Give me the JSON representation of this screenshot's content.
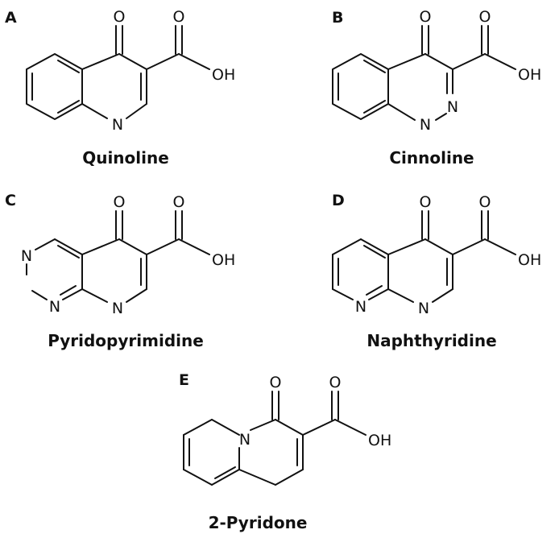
{
  "structures": [
    {
      "panel": "A",
      "name": "Quinoline",
      "carbonyl_o": "O",
      "acid_o": "O",
      "hydroxyl": "OH",
      "ring_atoms": {
        "n1": "N"
      }
    },
    {
      "panel": "B",
      "name": "Cinnoline",
      "carbonyl_o": "O",
      "acid_o": "O",
      "hydroxyl": "OH",
      "ring_atoms": {
        "n1": "N",
        "n2": "N"
      }
    },
    {
      "panel": "C",
      "name": "Pyridopyrimidine",
      "carbonyl_o": "O",
      "acid_o": "O",
      "hydroxyl": "OH",
      "ring_atoms": {
        "n1": "N",
        "n2": "N",
        "n3": "N"
      }
    },
    {
      "panel": "D",
      "name": "Naphthyridine",
      "carbonyl_o": "O",
      "acid_o": "O",
      "hydroxyl": "OH",
      "ring_atoms": {
        "n1": "N",
        "n2": "N"
      }
    },
    {
      "panel": "E",
      "name": "2-Pyridone",
      "carbonyl_o": "O",
      "acid_o": "O",
      "hydroxyl": "OH",
      "ring_atoms": {
        "n1": "N"
      }
    }
  ]
}
